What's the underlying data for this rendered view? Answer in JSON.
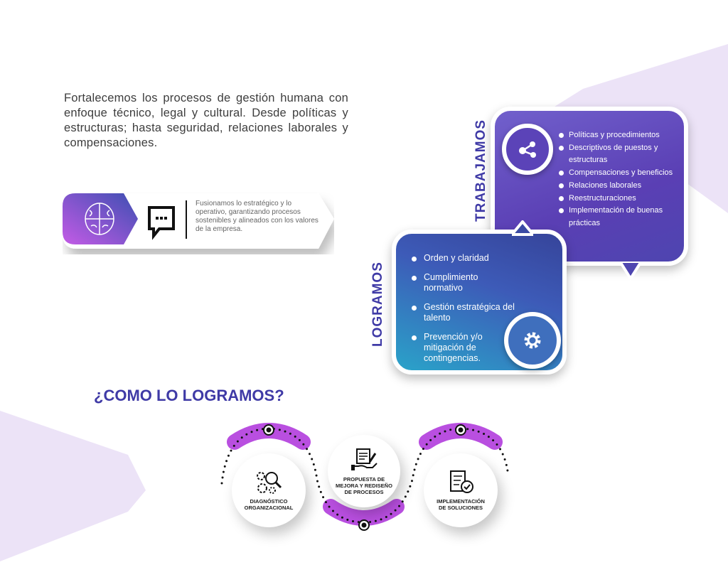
{
  "intro": "Fortalecemos los procesos de gestión humana con enfoque técnico, legal y cultural. Desde políticas y estructuras; hasta seguridad, relaciones laborales y compensaciones.",
  "card": {
    "text": "Fusionamos lo estratégico y lo operativo, garantizando procesos sostenibles y alineados con los valores de la empresa."
  },
  "trabajamos": {
    "label": "TRABAJAMOS",
    "items": [
      "Políticas y procedimientos",
      "Descriptivos de puestos y estructuras",
      "Compensaciones y beneficios",
      "Relaciones laborales",
      "Reestructuraciones",
      "Implementación de buenas prácticas"
    ]
  },
  "logramos": {
    "label": "LOGRAMOS",
    "items": [
      "Orden y claridad",
      "Cumplimiento normativo",
      "Gestión estratégica del talento",
      "Prevención y/o mitigación de contingencias."
    ]
  },
  "heading": "¿COMO LO LOGRAMOS?",
  "steps": [
    "DIAGNÓSTICO ORGANIZACIONAL",
    "PROPUESTA DE MEJORA Y REDISEÑO DE PROCESOS",
    "IMPLEMENTACIÓN DE SOLUCIONES"
  ],
  "colors": {
    "accent": "#3f3aa6",
    "purple": "#b94fe0",
    "lavender": "#ece3f7"
  }
}
